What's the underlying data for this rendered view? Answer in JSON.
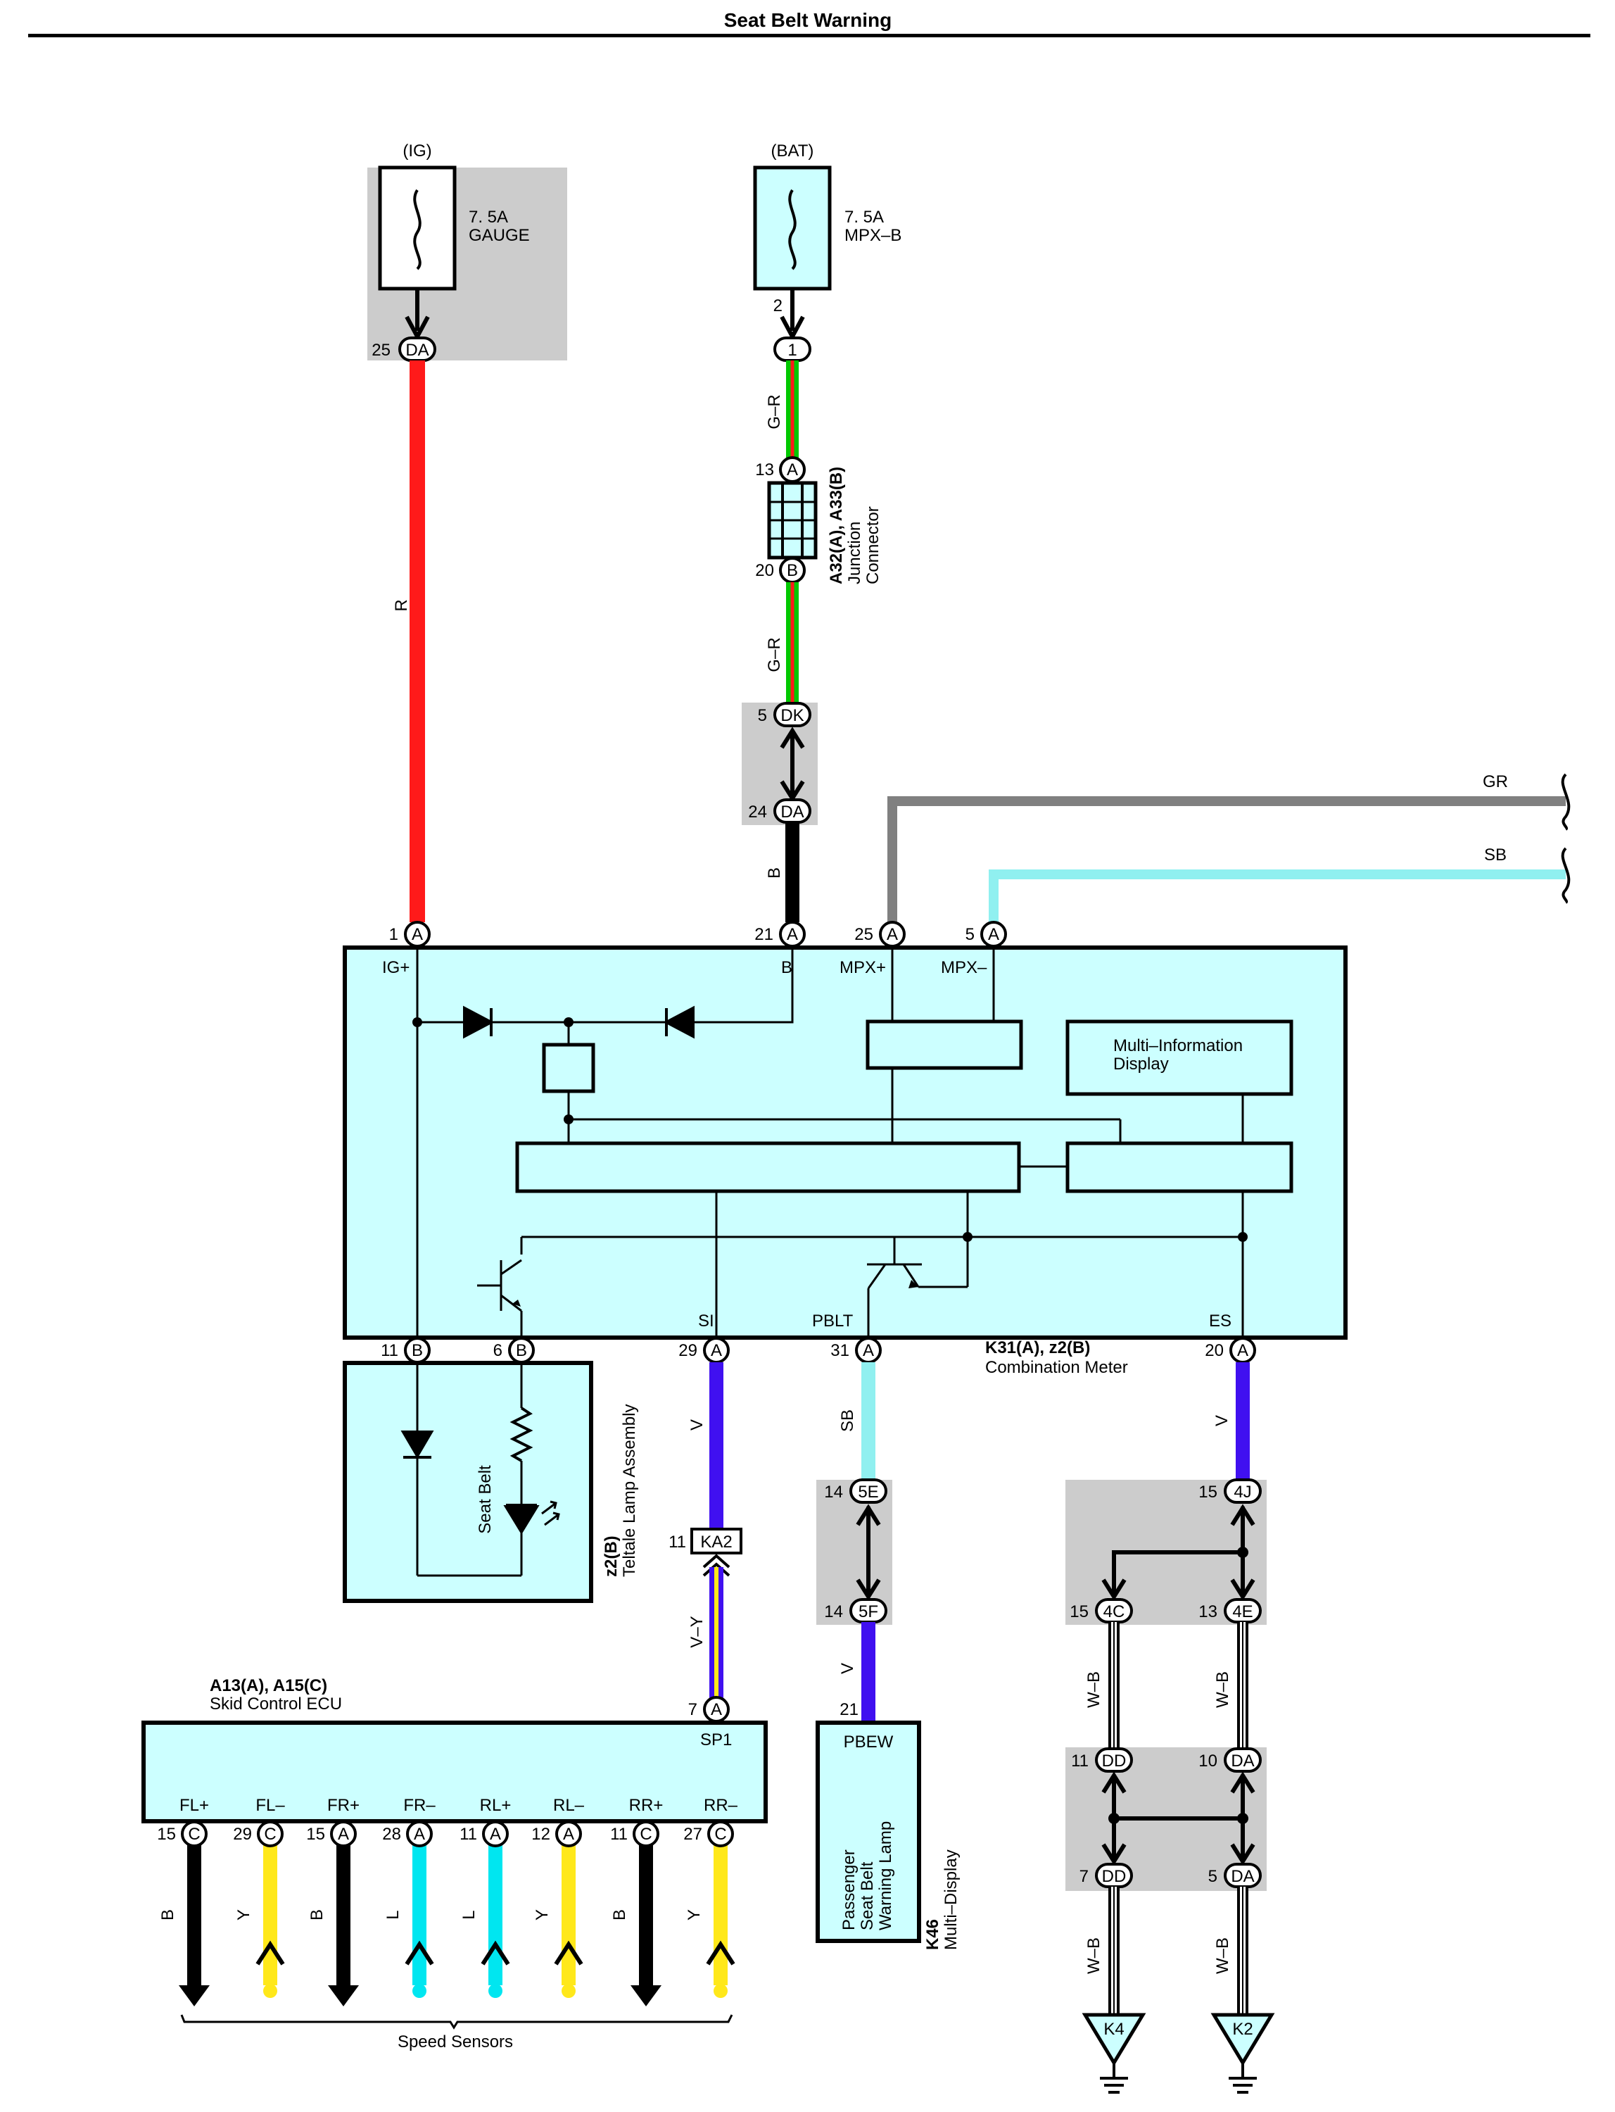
{
  "title": "Seat Belt Warning",
  "colors": {
    "red": "#ff1a1a",
    "black": "#000000",
    "gray_wire": "#808080",
    "sky_blue": "#90f0f0",
    "violet": "#4010f0",
    "yellow": "#ffe81a",
    "light_blue": "#00e6f0",
    "green": "#00c800",
    "component_fill": "#ccffff",
    "block_gray": "#cccccc"
  },
  "fuses": {
    "ig": {
      "supply": "(IG)",
      "line1": "7. 5A",
      "line2": "GAUGE"
    },
    "bat": {
      "supply": "(BAT)",
      "line1": "7. 5A",
      "line2": "MPX–B"
    }
  },
  "pins": {
    "ig_fuse_pin": "25",
    "ig_fuse_conn": "DA",
    "bat_fuse_top": "2",
    "bat_fuse_conn": "1",
    "jc_top_pin": "13",
    "jc_top_conn": "A",
    "jc_bot_pin": "20",
    "jc_bot_conn": "B",
    "dk_pin": "5",
    "dk_conn": "DK",
    "da24_pin": "24",
    "da24_conn": "DA",
    "m_a1_pin": "1",
    "m_a21_pin": "21",
    "m_a25_pin": "25",
    "m_a5_pin": "5",
    "conn_A": "A",
    "conn_B": "B",
    "conn_C": "C",
    "m_b11_pin": "11",
    "m_b6_pin": "6",
    "m_a29_pin": "29",
    "m_a31_pin": "31",
    "m_a20_pin": "20",
    "ka2_pin": "11",
    "ka2_conn": "KA2",
    "sp1_pin": "7",
    "e5_top_pin": "14",
    "e5_top_conn": "5E",
    "f5_pin": "14",
    "f5_conn": "5F",
    "md_pin": "21",
    "j4_pin": "15",
    "j4_conn": "4J",
    "c4_pin": "15",
    "c4_conn": "4C",
    "e4_pin": "13",
    "e4_conn": "4E",
    "dd11_pin": "11",
    "dd11_conn": "DD",
    "da10_pin": "10",
    "da10_conn": "DA",
    "dd7_pin": "7",
    "dd7_conn": "DD",
    "da5_pin": "5",
    "da5_conn": "DA"
  },
  "wires": {
    "r": "R",
    "gr_upper": "G–R",
    "gr_lower": "G–R",
    "b": "B",
    "gr": "GR",
    "sb": "SB",
    "v_si": "V",
    "vy": "V–Y",
    "sb_pblt": "SB",
    "v_md": "V",
    "v_es": "V",
    "wb1": "W–B",
    "wb2": "W–B",
    "wb3": "W–B",
    "wb4": "W–B"
  },
  "junction_connector": {
    "id": "A32(A), A33(B)",
    "name1": "Junction",
    "name2": "Connector"
  },
  "combination_meter": {
    "id": "K31(A), z2(B)",
    "name": "Combination Meter",
    "terminals": {
      "ig": "IG+",
      "b": "B",
      "mpxp": "MPX+",
      "mpxm": "MPX–",
      "si": "SI",
      "pblt": "PBLT",
      "es": "ES"
    },
    "mid_line1": "Multi–Information",
    "mid_line2": "Display"
  },
  "teltale": {
    "id": "z2(B)",
    "name": "Teltale Lamp Assembly",
    "lamp": "Seat Belt"
  },
  "skid_ecu": {
    "id": "A13(A), A15(C)",
    "name": "Skid Control ECU",
    "sp1": "SP1",
    "terminals": [
      {
        "label": "FL+",
        "pin": "15",
        "conn": "C",
        "wire": "B"
      },
      {
        "label": "FL–",
        "pin": "29",
        "conn": "C",
        "wire": "Y"
      },
      {
        "label": "FR+",
        "pin": "15",
        "conn": "A",
        "wire": "B"
      },
      {
        "label": "FR–",
        "pin": "28",
        "conn": "A",
        "wire": "L"
      },
      {
        "label": "RL+",
        "pin": "11",
        "conn": "A",
        "wire": "L"
      },
      {
        "label": "RL–",
        "pin": "12",
        "conn": "A",
        "wire": "Y"
      },
      {
        "label": "RR+",
        "pin": "11",
        "conn": "C",
        "wire": "B"
      },
      {
        "label": "RR–",
        "pin": "27",
        "conn": "C",
        "wire": "Y"
      }
    ],
    "speed_sensors": "Speed Sensors"
  },
  "multi_display": {
    "id": "K46",
    "name": "Multi–Display",
    "terminal": "PBEW",
    "lamp1": "Passenger",
    "lamp2": "Seat Belt",
    "lamp3": "Warning Lamp"
  },
  "grounds": {
    "k4": "K4",
    "k2": "K2"
  }
}
